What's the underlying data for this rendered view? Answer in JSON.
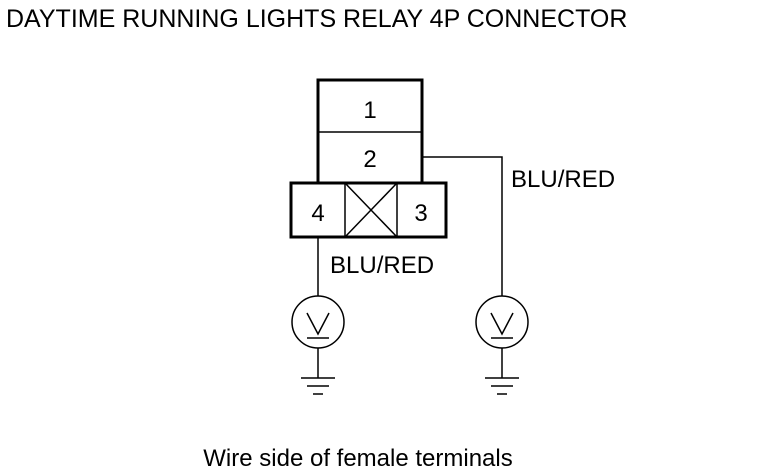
{
  "title": "DAYTIME RUNNING LIGHTS RELAY 4P CONNECTOR",
  "connector": {
    "terminals": [
      "1",
      "2",
      "3",
      "4"
    ]
  },
  "wires": {
    "terminal_2_color": "BLU/RED",
    "terminal_4_color": "BLU/RED"
  },
  "icons": [
    "voltmeter-probe-icon",
    "ground-icon",
    "unused-cavity-icon"
  ],
  "caption": "Wire side of female terminals"
}
